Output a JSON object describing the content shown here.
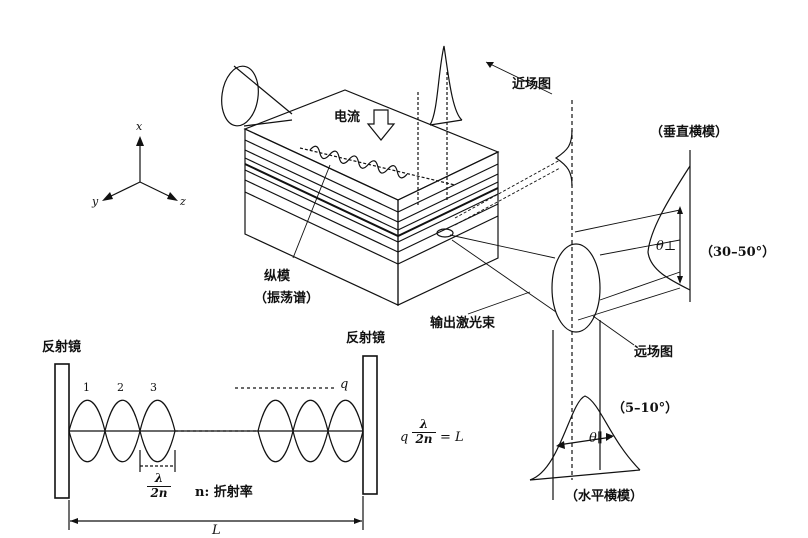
{
  "labels": {
    "current": "电流",
    "near_field": "近场图",
    "vertical_mode": "（垂直横模）",
    "vertical_angle": "（30–50°）",
    "theta_perp": "θ⊥",
    "longitudinal_mode": "纵模",
    "longitudinal_spectrum": "（振荡谱）",
    "output_beam": "输出激光束",
    "far_field": "远场图",
    "horizontal_angle": "（5–10°）",
    "theta_par": "θ∥",
    "horizontal_mode": "（水平横模）",
    "mirror_left": "反射镜",
    "mirror_right": "反射镜",
    "mode_1": "1",
    "mode_2": "2",
    "mode_3": "3",
    "mode_q": "q",
    "frac_num": "λ",
    "frac_den": "2n",
    "n_label": "n: 折射率",
    "length_L": "L",
    "eq_q": "q",
    "eq_rhs": "= L",
    "axis_x": "x",
    "axis_y": "y",
    "axis_z": "z"
  }
}
